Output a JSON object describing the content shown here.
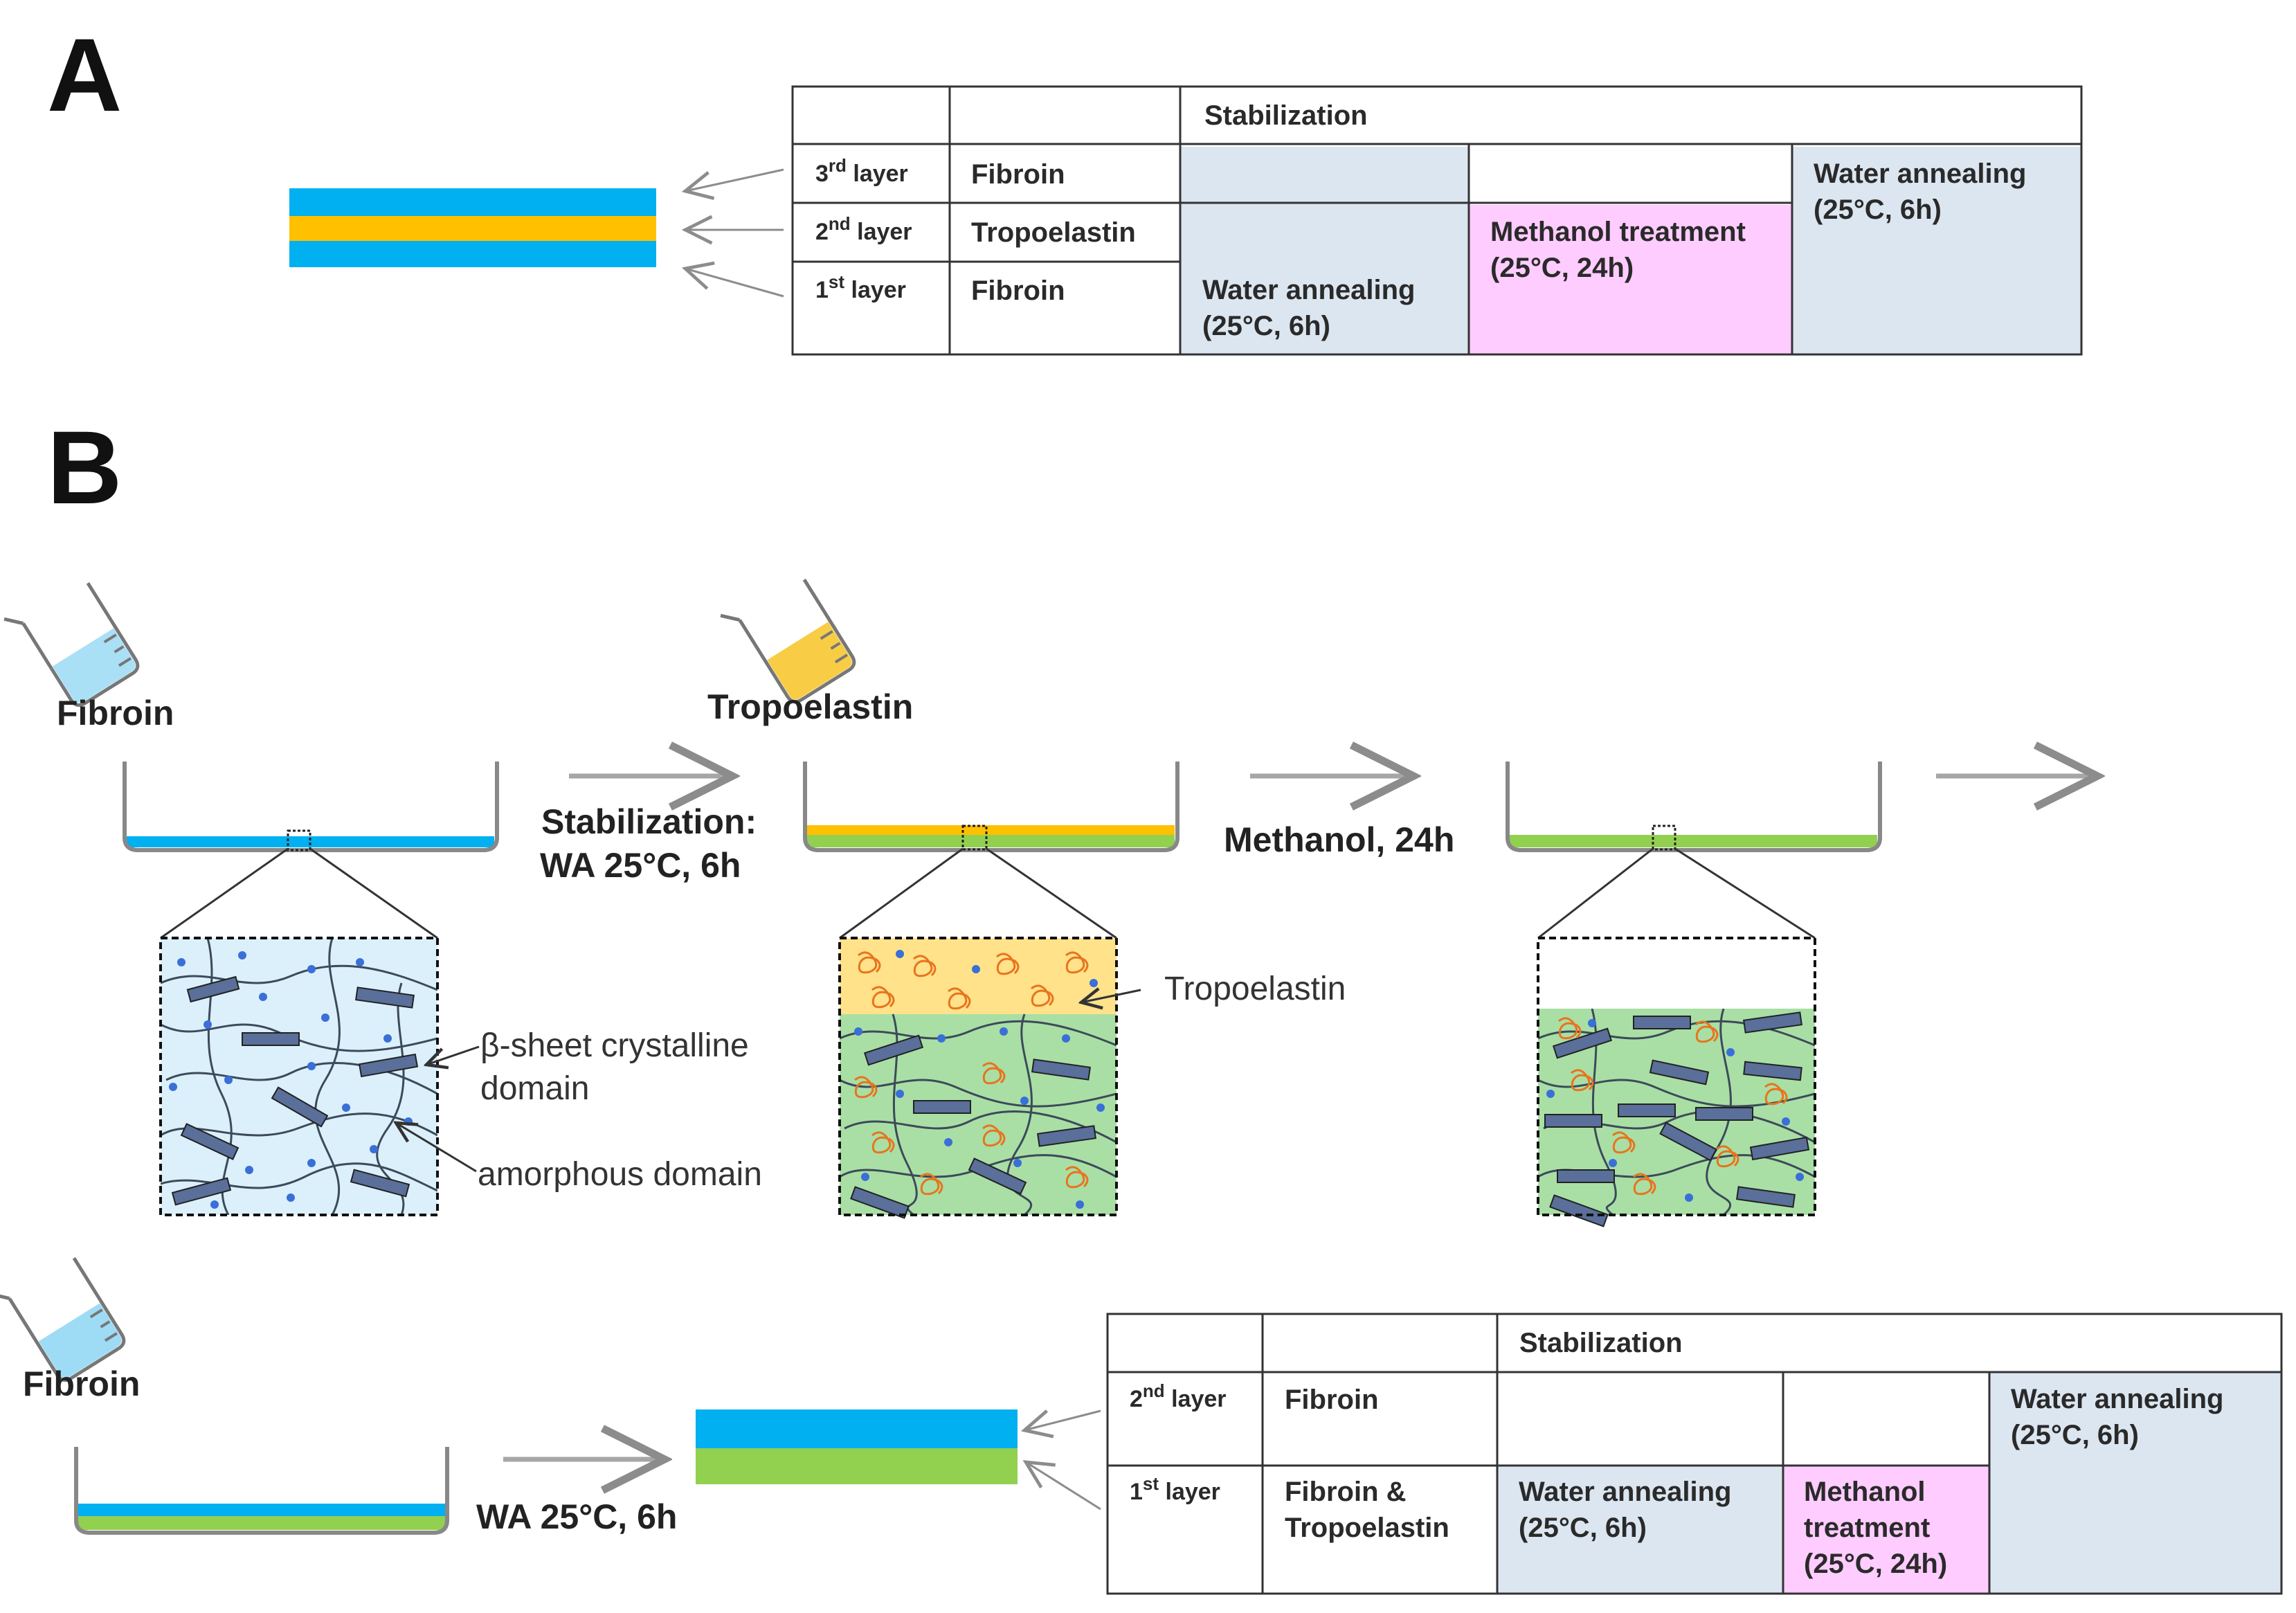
{
  "panel_a": {
    "letter": "A",
    "table": {
      "header": "Stabilization",
      "rows": [
        {
          "layer_num": "3",
          "layer_sup": "rd",
          "layer_word": " layer",
          "material": "Fibroin"
        },
        {
          "layer_num": "2",
          "layer_sup": "nd",
          "layer_word": " layer",
          "material": "Tropoelastin"
        },
        {
          "layer_num": "1",
          "layer_sup": "st",
          "layer_word": " layer",
          "material": "Fibroin"
        }
      ],
      "water_annealing_1": {
        "line1": "Water annealing",
        "line2": "(25°C, 6h)"
      },
      "methanol": {
        "line1": "Methanol treatment",
        "line2": "(25°C, 24h)"
      },
      "water_annealing_2": {
        "line1": "Water annealing",
        "line2": "(25°C, 6h)"
      }
    }
  },
  "panel_b": {
    "letter": "B",
    "beaker_fibroin_label": "Fibroin",
    "beaker_tropoelastin_label": "Tropoelastin",
    "step1_label_line1": "Stabilization:",
    "step1_label_line2": "WA 25°C, 6h",
    "step2_label": "Methanol, 24h",
    "annotation_beta_line1": "β-sheet crystalline",
    "annotation_beta_line2": "domain",
    "annotation_amorphous": "amorphous  domain",
    "annotation_tropoelastin": "Tropoelastin",
    "bottom_beaker_label": "Fibroin",
    "bottom_step_label": "WA 25°C, 6h",
    "table": {
      "header": "Stabilization",
      "rows": [
        {
          "layer_num": "2",
          "layer_sup": "nd",
          "layer_word": " layer",
          "material_line1": "Fibroin",
          "material_line2": ""
        },
        {
          "layer_num": "1",
          "layer_sup": "st",
          "layer_word": " layer",
          "material_line1": "Fibroin &",
          "material_line2": "Tropoelastin"
        }
      ],
      "water_annealing_1": {
        "line1": "Water annealing",
        "line2": "(25°C, 6h)"
      },
      "methanol": {
        "line1": "Methanol",
        "line2": "treatment",
        "line3": "(25°C, 24h)"
      },
      "water_annealing_2": {
        "line1": "Water annealing",
        "line2": "(25°C, 6h)"
      }
    }
  },
  "colors": {
    "fibroin_blue": "#00b0f0",
    "tropoelastin_yellow": "#ffc000",
    "blend_green": "#92d050",
    "water_annealing_cell": "#dce6f1",
    "methanol_cell": "#ffccff",
    "zoom_blue_bg": "#dbf0fb",
    "zoom_yellow_bg": "#ffe28a",
    "zoom_green_bg": "#a9dfa5",
    "tropoelastin_coil": "#e8741e",
    "crystal_fill": "#5a6f99",
    "dot_blue": "#3a6fd8",
    "arrow_gray": "#a6a6a6"
  }
}
